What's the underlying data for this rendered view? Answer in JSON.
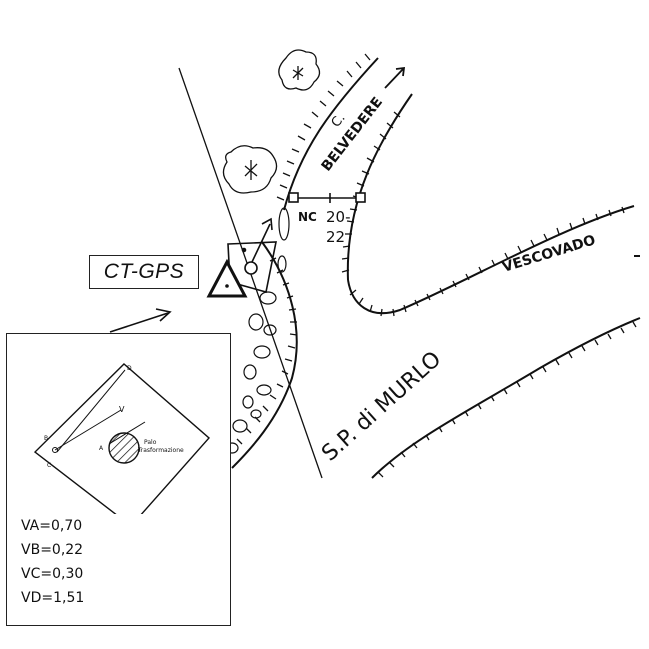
{
  "marker": {
    "label": "CT-GPS"
  },
  "roads": {
    "belvedere_prefix": "C.",
    "belvedere": "BELVEDERE",
    "nc_prefix": "NC",
    "house_number_top": "20-",
    "house_number_bottom": "22",
    "vescovado": "VESCOVADO",
    "murlo": "S.P. di MURLO"
  },
  "inset": {
    "corner_labels": {
      "a": "A",
      "b": "B",
      "c": "C",
      "d": "D",
      "v": "V"
    },
    "pole_label_line1": "Palo",
    "pole_label_line2": "Trasformazione",
    "values": [
      {
        "label": "VA",
        "value": "0,70"
      },
      {
        "label": "VB",
        "value": "0,22"
      },
      {
        "label": "VC",
        "value": "0,30"
      },
      {
        "label": "VD",
        "value": "1,51"
      }
    ]
  }
}
